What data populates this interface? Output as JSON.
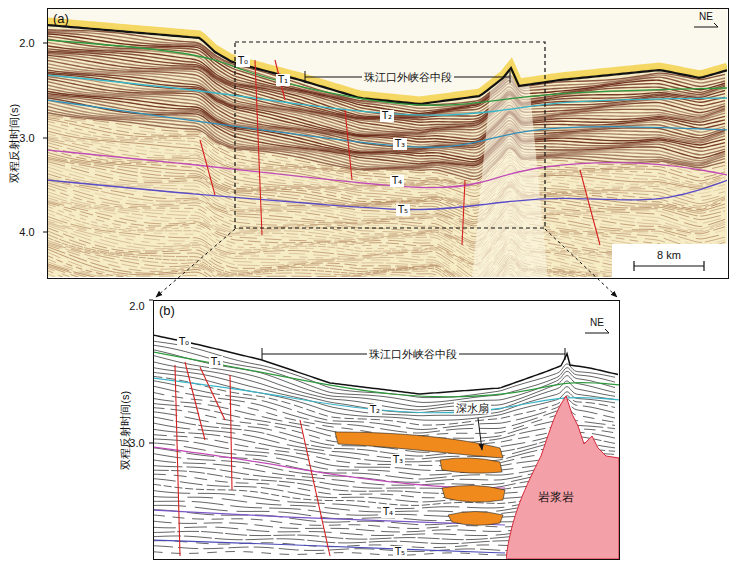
{
  "diagram": {
    "nodes": [
      {
        "text": [
          "(a)"
        ]
      },
      {
        "text": [
          "(b)"
        ]
      },
      {
        "text": [
          "岩浆岩"
        ],
        "in": 1
      }
    ],
    "labels": [
      "2.0",
      "3.0",
      "4.0",
      "双程反射时间(s)",
      "NE",
      "T₀",
      "T₁",
      "珠江口外峡谷中段",
      "T₂",
      "T₃",
      "T₄",
      "T₅",
      "8 km",
      "2.0",
      "3.0",
      "双程反射时间(s)",
      "NE",
      "T₀",
      "T₁",
      "珠江口外峡谷中段",
      "深水扇",
      "T₂",
      "T₃",
      "T₄",
      "T₅"
    ]
  }
}
